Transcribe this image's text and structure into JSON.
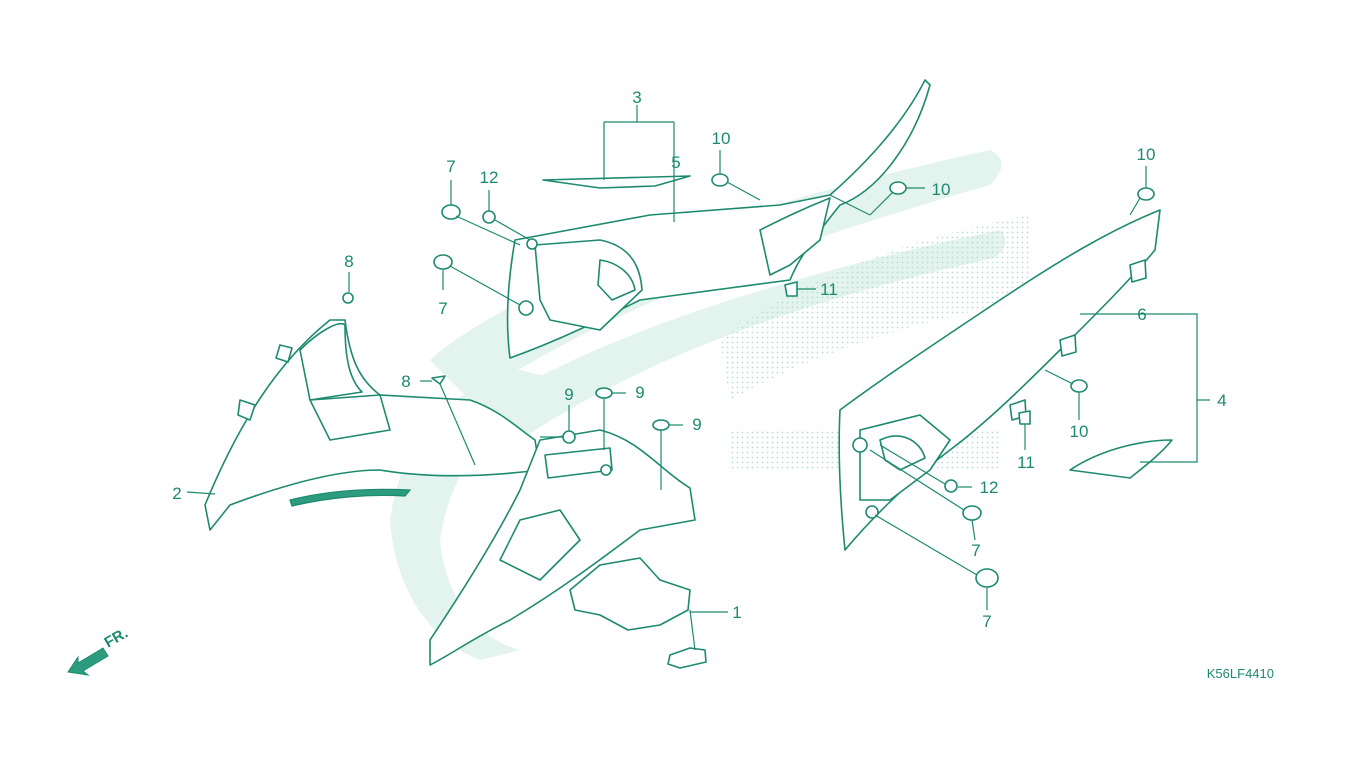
{
  "diagram": {
    "code": "K56LF4410",
    "front_label": "FR.",
    "colors": {
      "line": "#1d8a6f",
      "watermark": "#e3f3ed",
      "fill": "#2c9c7f"
    },
    "callouts": [
      "1",
      "2",
      "3",
      "4",
      "5",
      "6",
      "7",
      "7",
      "7",
      "7",
      "8",
      "8",
      "9",
      "9",
      "9",
      "10",
      "10",
      "10",
      "10",
      "11",
      "11",
      "12",
      "12"
    ]
  }
}
